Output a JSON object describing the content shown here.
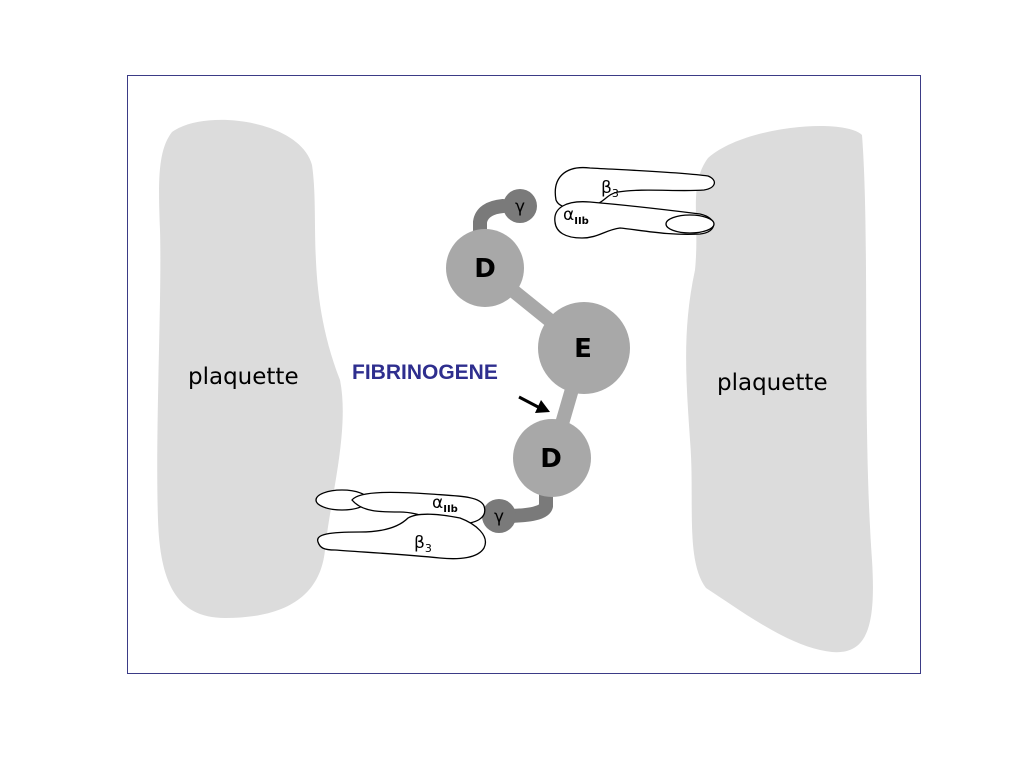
{
  "diagram": {
    "left_cell_label": "plaquette",
    "right_cell_label": "plaquette",
    "molecule_label": "FIBRINOGENE",
    "center_domain": "E",
    "upper_domain": "D",
    "lower_domain": "D",
    "upper_gamma": "γ",
    "lower_gamma": "γ",
    "upper_receptor": {
      "beta": "β",
      "beta_sub": "3",
      "alpha": "α",
      "alpha_sub": "IIb"
    },
    "lower_receptor": {
      "beta": "β",
      "beta_sub": "3",
      "alpha": "α",
      "alpha_sub": "IIb"
    }
  },
  "colors": {
    "frame_border": "#3b3b86",
    "cell_fill": "#dcdcdc",
    "domain_fill": "#a8a8a8",
    "gamma_fill": "#7a7a7a",
    "rod": "#a8a8a8",
    "label_blue": "#2e2e8e"
  }
}
